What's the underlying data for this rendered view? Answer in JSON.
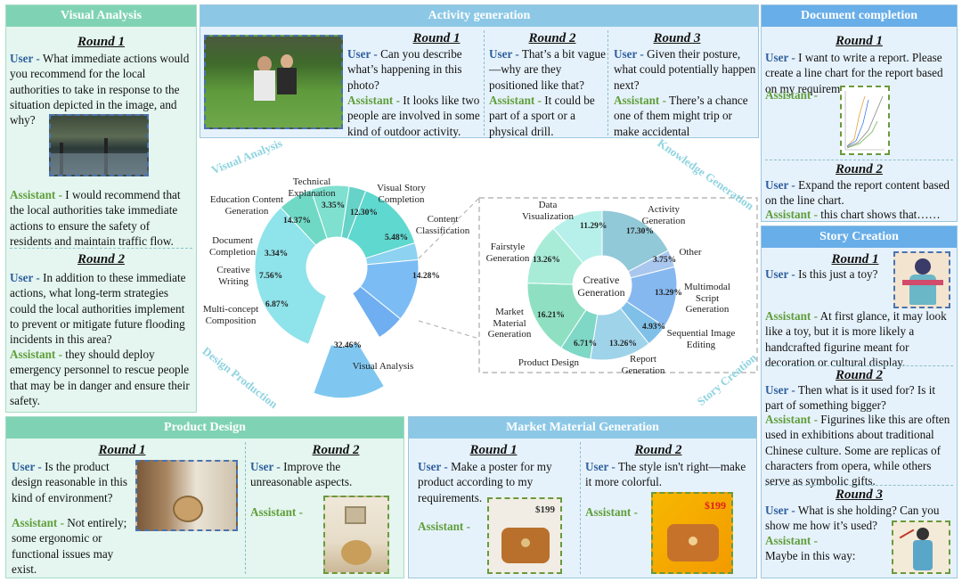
{
  "visual_analysis": {
    "title": "Visual Analysis",
    "round1": "Round 1",
    "u1_label": "User -",
    "u1": "What immediate actions would you recommend for the local authorities to take in response to the situation depicted in the image, and why?",
    "a1_label": "Assistant -",
    "a1": "I would recommend that the local authorities take immediate actions to ensure the safety of residents and maintain traffic flow.",
    "round2": "Round 2",
    "u2_label": "User -",
    "u2": "In addition to these immediate actions, what long-term strategies could the local authorities implement to prevent or mitigate future flooding incidents in this area?",
    "a2_label": "Assistant -",
    "a2": "they should deploy emergency personnel to rescue people that may be in danger and ensure their safety."
  },
  "activity": {
    "title": "Activity generation",
    "r1": "Round 1",
    "r1u_label": "User -",
    "r1u": "Can you describe what’s happening in this photo?",
    "r1a_label": "Assistant -",
    "r1a": "It looks like two people are involved in some kind of outdoor activity.",
    "r2": "Round 2",
    "r2u_label": "User -",
    "r2u": "That’s a bit vague—why are they positioned like that?",
    "r2a_label": "Assistant -",
    "r2a": "It could be part of a sport or a physical drill.",
    "r3": "Round 3",
    "r3u_label": "User -",
    "r3u": "Given their posture, what could potentially happen next?",
    "r3a_label": "Assistant -",
    "r3a": "There’s a chance one of them might trip or make accidental"
  },
  "document": {
    "title": "Document completion",
    "r1": "Round 1",
    "u1_label": "User -",
    "u1": "I want to write a report. Please create a line chart for the report based on my requirements.",
    "a1_label": "Assistant -",
    "r2": "Round 2",
    "u2_label": "User -",
    "u2": "Expand the report content based on the line chart.",
    "a2_label": "Assistant -",
    "a2": "this chart shows that……"
  },
  "story": {
    "title": "Story Creation",
    "r1": "Round 1",
    "u1_label": "User -",
    "u1": "Is this just a toy?",
    "a1_label": "Assistant -",
    "a1": "At first glance, it may look like a toy, but it is more likely a handcrafted figurine meant for decoration or cultural display.",
    "r2": "Round 2",
    "u2_label": "User -",
    "u2": "Then what is it used for? Is it part of something bigger?",
    "a2_label": "Assistant -",
    "a2": "Figurines like this are often used in exhibitions about traditional Chinese culture. Some are replicas of characters from opera, while others serve as symbolic gifts.",
    "r3": "Round 3",
    "u3_label": "User -",
    "u3": "What is she holding? Can you show me how it’s used?",
    "a3_label": "Assistant -",
    "a3": "Maybe in this way:"
  },
  "product": {
    "title": "Product Design",
    "r1": "Round 1",
    "u1_label": "User -",
    "u1": "Is the product design reasonable in this kind of environment?",
    "a1_label": "Assistant -",
    "a1": "Not entirely; some ergonomic or functional issues may exist.",
    "r2": "Round 2",
    "u2_label": "User -",
    "u2": "Improve the unreasonable aspects.",
    "a2_label": "Assistant -"
  },
  "market": {
    "title": "Market Material Generation",
    "r1": "Round 1",
    "u1_label": "User -",
    "u1": "Make a poster for my product according to my requirements.",
    "a1_label": "Assistant -",
    "price1": "$199",
    "r2": "Round 2",
    "u2_label": "User -",
    "u2": "The style isn't right—make it more colorful.",
    "a2_label": "Assistant -",
    "price2": "$199"
  },
  "arcs": {
    "visual": "Visual Analysis",
    "knowledge": "Knowledge Generation",
    "design": "Design Production",
    "story": "Story Creation"
  },
  "chart_data": [
    {
      "type": "pie",
      "title": "",
      "slices": [
        {
          "label": "Visual Analysis",
          "value": 32.46,
          "color": "#8fe3ea"
        },
        {
          "label": "Multi-concept Composition",
          "value": 6.87,
          "color": "#6fd9c5"
        },
        {
          "label": "Creative Writing",
          "value": 7.56,
          "color": "#7fe0cf"
        },
        {
          "label": "Document Completion",
          "value": 3.34,
          "color": "#66d2c8"
        },
        {
          "label": "Education Content Generation",
          "value": 14.37,
          "color": "#5fd8cf"
        },
        {
          "label": "Technical Explanation",
          "value": 3.35,
          "color": "#8dd2f0"
        },
        {
          "label": "Visual Story Completion",
          "value": 12.3,
          "color": "#7bbcf4"
        },
        {
          "label": "Content Classification",
          "value": 5.48,
          "color": "#6faef0"
        },
        {
          "label": "Creative Generation",
          "value": 14.28,
          "color": "#7fc7f0"
        }
      ]
    },
    {
      "type": "pie",
      "title": "Creative Generation",
      "slices": [
        {
          "label": "Activity Generation",
          "value": 17.3,
          "color": "#92c9d8"
        },
        {
          "label": "Other",
          "value": 3.75,
          "color": "#a9c7ee"
        },
        {
          "label": "Multimodal Script Generation",
          "value": 13.29,
          "color": "#86b8f0"
        },
        {
          "label": "Sequential Image Editing",
          "value": 4.93,
          "color": "#7fc0e8"
        },
        {
          "label": "Report Generation",
          "value": 13.26,
          "color": "#9fd3ea"
        },
        {
          "label": "Product Design",
          "value": 6.71,
          "color": "#7fd7c6"
        },
        {
          "label": "Market Material Generation",
          "value": 16.21,
          "color": "#8fe0c2"
        },
        {
          "label": "Fairstyle Generation",
          "value": 13.26,
          "color": "#a8ecd8"
        },
        {
          "label": "Data Visualization",
          "value": 11.29,
          "color": "#b7f0ea"
        }
      ]
    }
  ],
  "labels": {
    "tech": "Technical Explanation",
    "vsc": "Visual Story Completion",
    "cc": "Content Classification",
    "edu": "Education Content Generation",
    "doc": "Document Completion",
    "cw": "Creative Writing",
    "mc": "Multi-concept Composition",
    "va": "Visual Analysis",
    "p_tech": "3.35%",
    "p_vsc": "12.30%",
    "p_cc": "5.48%",
    "p_edu": "14.37%",
    "p_doc": "3.34%",
    "p_cw": "7.56%",
    "p_mc": "6.87%",
    "p_va": "32.46%",
    "p_cg": "14.28%",
    "center2": "Creative Generation",
    "dv": "Data Visualization",
    "ag": "Activity Generation",
    "oth": "Other",
    "msg": "Multimodal Script Generation",
    "sie": "Sequential Image Editing",
    "rg": "Report Generation",
    "pd": "Product Design",
    "mmg": "Market Material Generation",
    "fg": "Fairstyle Generation",
    "p_dv": "11.29%",
    "p_ag": "17.30%",
    "p_oth": "3.75%",
    "p_msg": "13.29%",
    "p_sie": "4.93%",
    "p_rg": "13.26%",
    "p_pd": "6.71%",
    "p_mmg": "16.21%",
    "p_fg": "13.26%"
  }
}
